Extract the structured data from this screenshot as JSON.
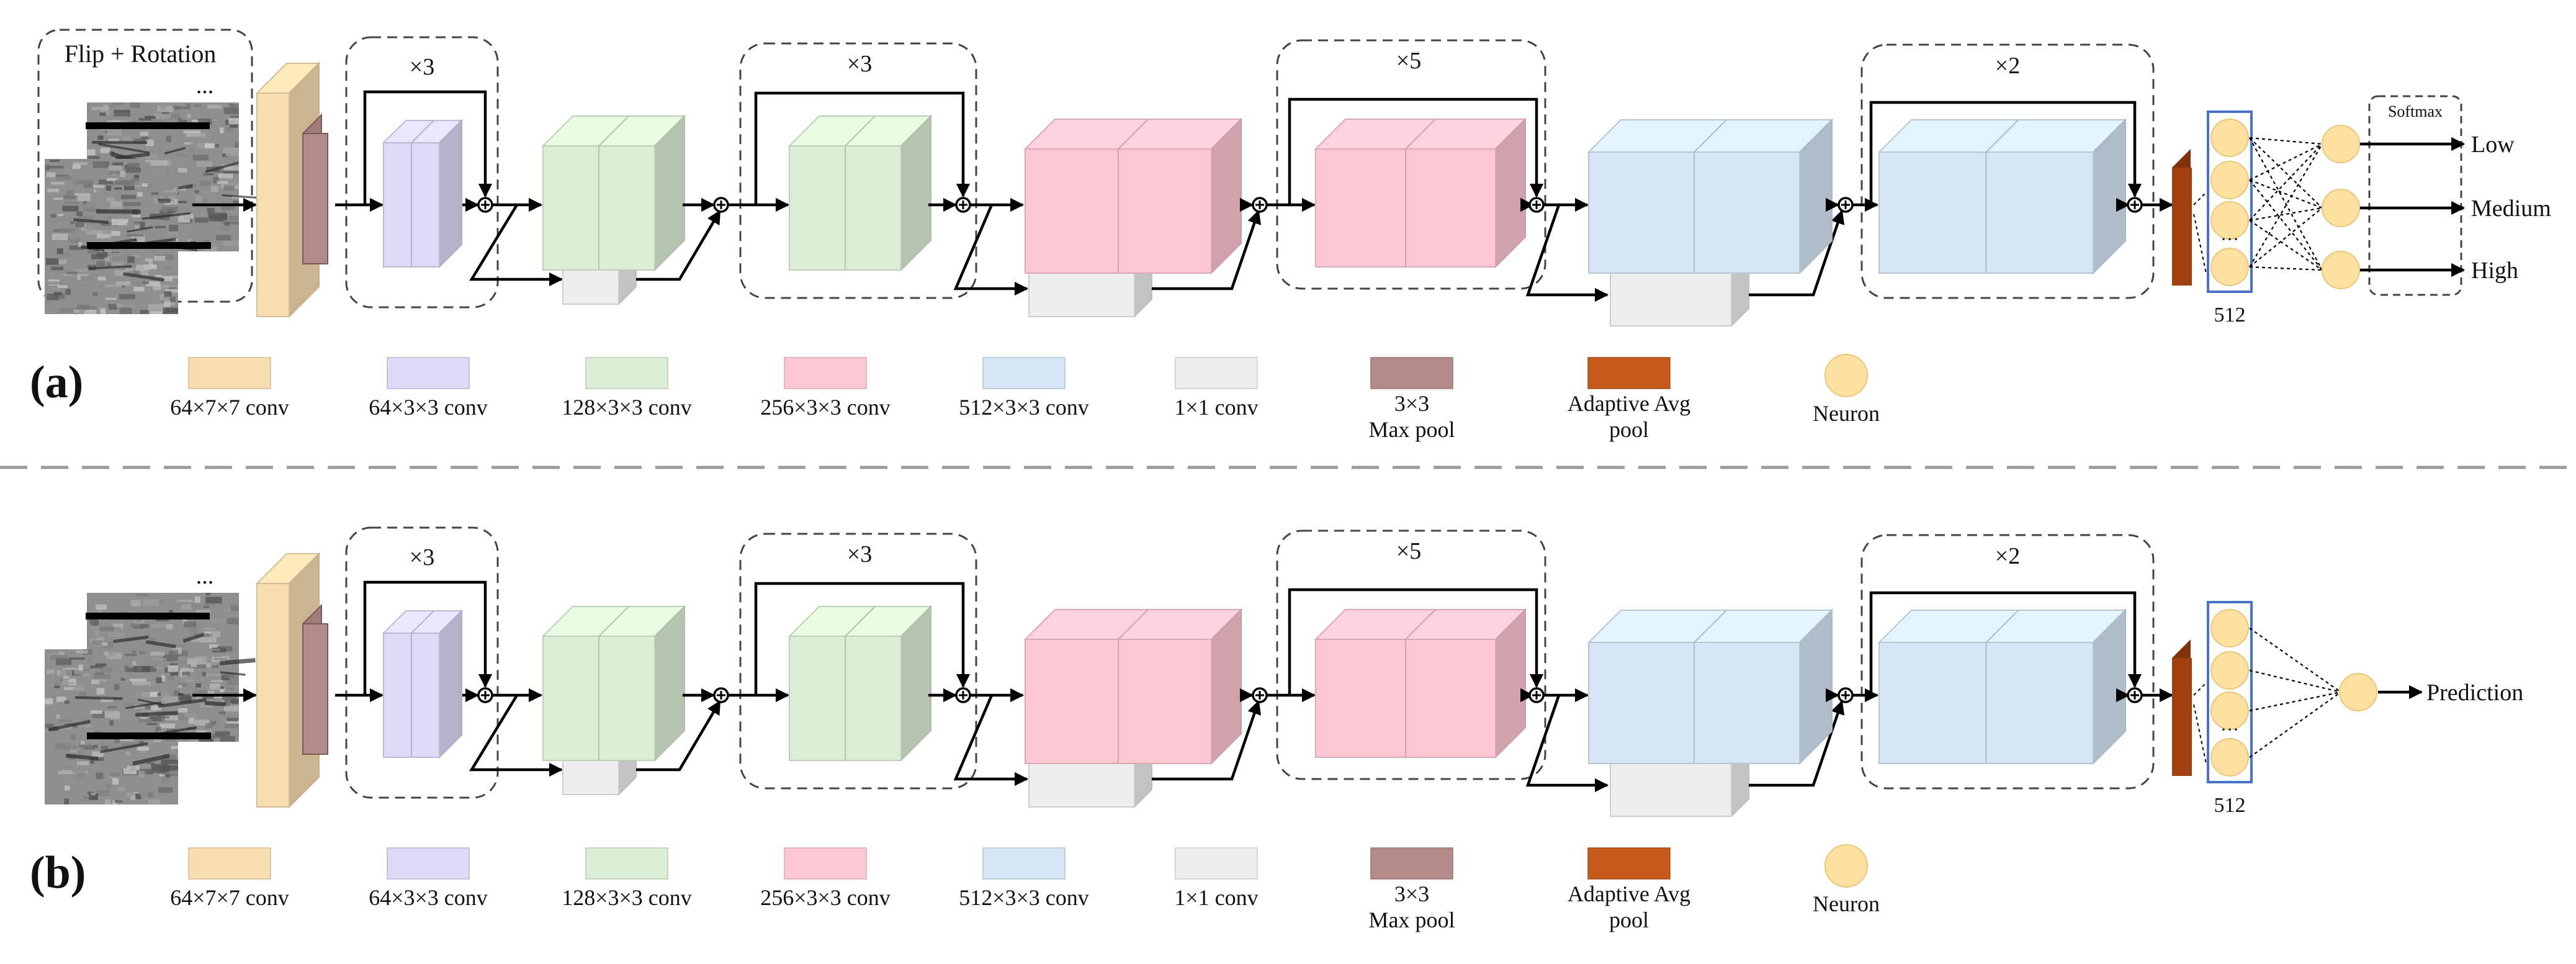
{
  "panels": [
    {
      "id": "a",
      "label": "(a)",
      "input_title": "Flip + Rotation",
      "input_ellipsis": "...",
      "repeats": [
        "×3",
        "×3",
        "×5",
        "×2"
      ],
      "fc_ellipsis": "···",
      "fc_count": "512",
      "softmax_label": "Softmax",
      "outputs": [
        "Low",
        "Medium",
        "High"
      ],
      "legend": [
        {
          "label": "64×7×7 conv",
          "color": "#f8ddb0"
        },
        {
          "label": "64×3×3 conv",
          "color": "#dcdaf6"
        },
        {
          "label": "128×3×3 conv",
          "color": "#dcefd6"
        },
        {
          "label": "256×3×3 conv",
          "color": "#fcc6d2"
        },
        {
          "label": "512×3×3 conv",
          "color": "#d6e6f6"
        },
        {
          "label": "1×1 conv",
          "color": "#eeeeee"
        },
        {
          "label": "3×3\nMax pool",
          "color": "#b38b88"
        },
        {
          "label": "Adaptive Avg\npool",
          "color": "#c55a1b"
        },
        {
          "label": "Neuron",
          "color": "#fde1a0"
        }
      ]
    },
    {
      "id": "b",
      "label": "(b)",
      "input_title": "",
      "input_ellipsis": "...",
      "repeats": [
        "×3",
        "×3",
        "×5",
        "×2"
      ],
      "fc_ellipsis": "···",
      "fc_count": "512",
      "output_label": "Prediction",
      "legend": [
        {
          "label": "64×7×7 conv",
          "color": "#f8ddb0"
        },
        {
          "label": "64×3×3 conv",
          "color": "#dcdaf6"
        },
        {
          "label": "128×3×3 conv",
          "color": "#dcefd6"
        },
        {
          "label": "256×3×3 conv",
          "color": "#fcc6d2"
        },
        {
          "label": "512×3×3 conv",
          "color": "#d6e6f6"
        },
        {
          "label": "1×1 conv",
          "color": "#eeeeee"
        },
        {
          "label": "3×3\nMax pool",
          "color": "#b38b88"
        },
        {
          "label": "Adaptive Avg\npool",
          "color": "#c55a1b"
        },
        {
          "label": "Neuron",
          "color": "#fde1a0"
        }
      ]
    }
  ],
  "colors": {
    "conv7": "#f8ddb0",
    "conv64": "#dcdaf6",
    "conv128": "#dcefd6",
    "conv256": "#fcc6d2",
    "conv512": "#d6e6f6",
    "conv1x1": "#eeeeee",
    "maxpool": "#b38b88",
    "avgpool": "#a0400e",
    "neuron": "#fde1a0",
    "fcbox": "#4a72c4",
    "separator": "#9a9a9a"
  }
}
